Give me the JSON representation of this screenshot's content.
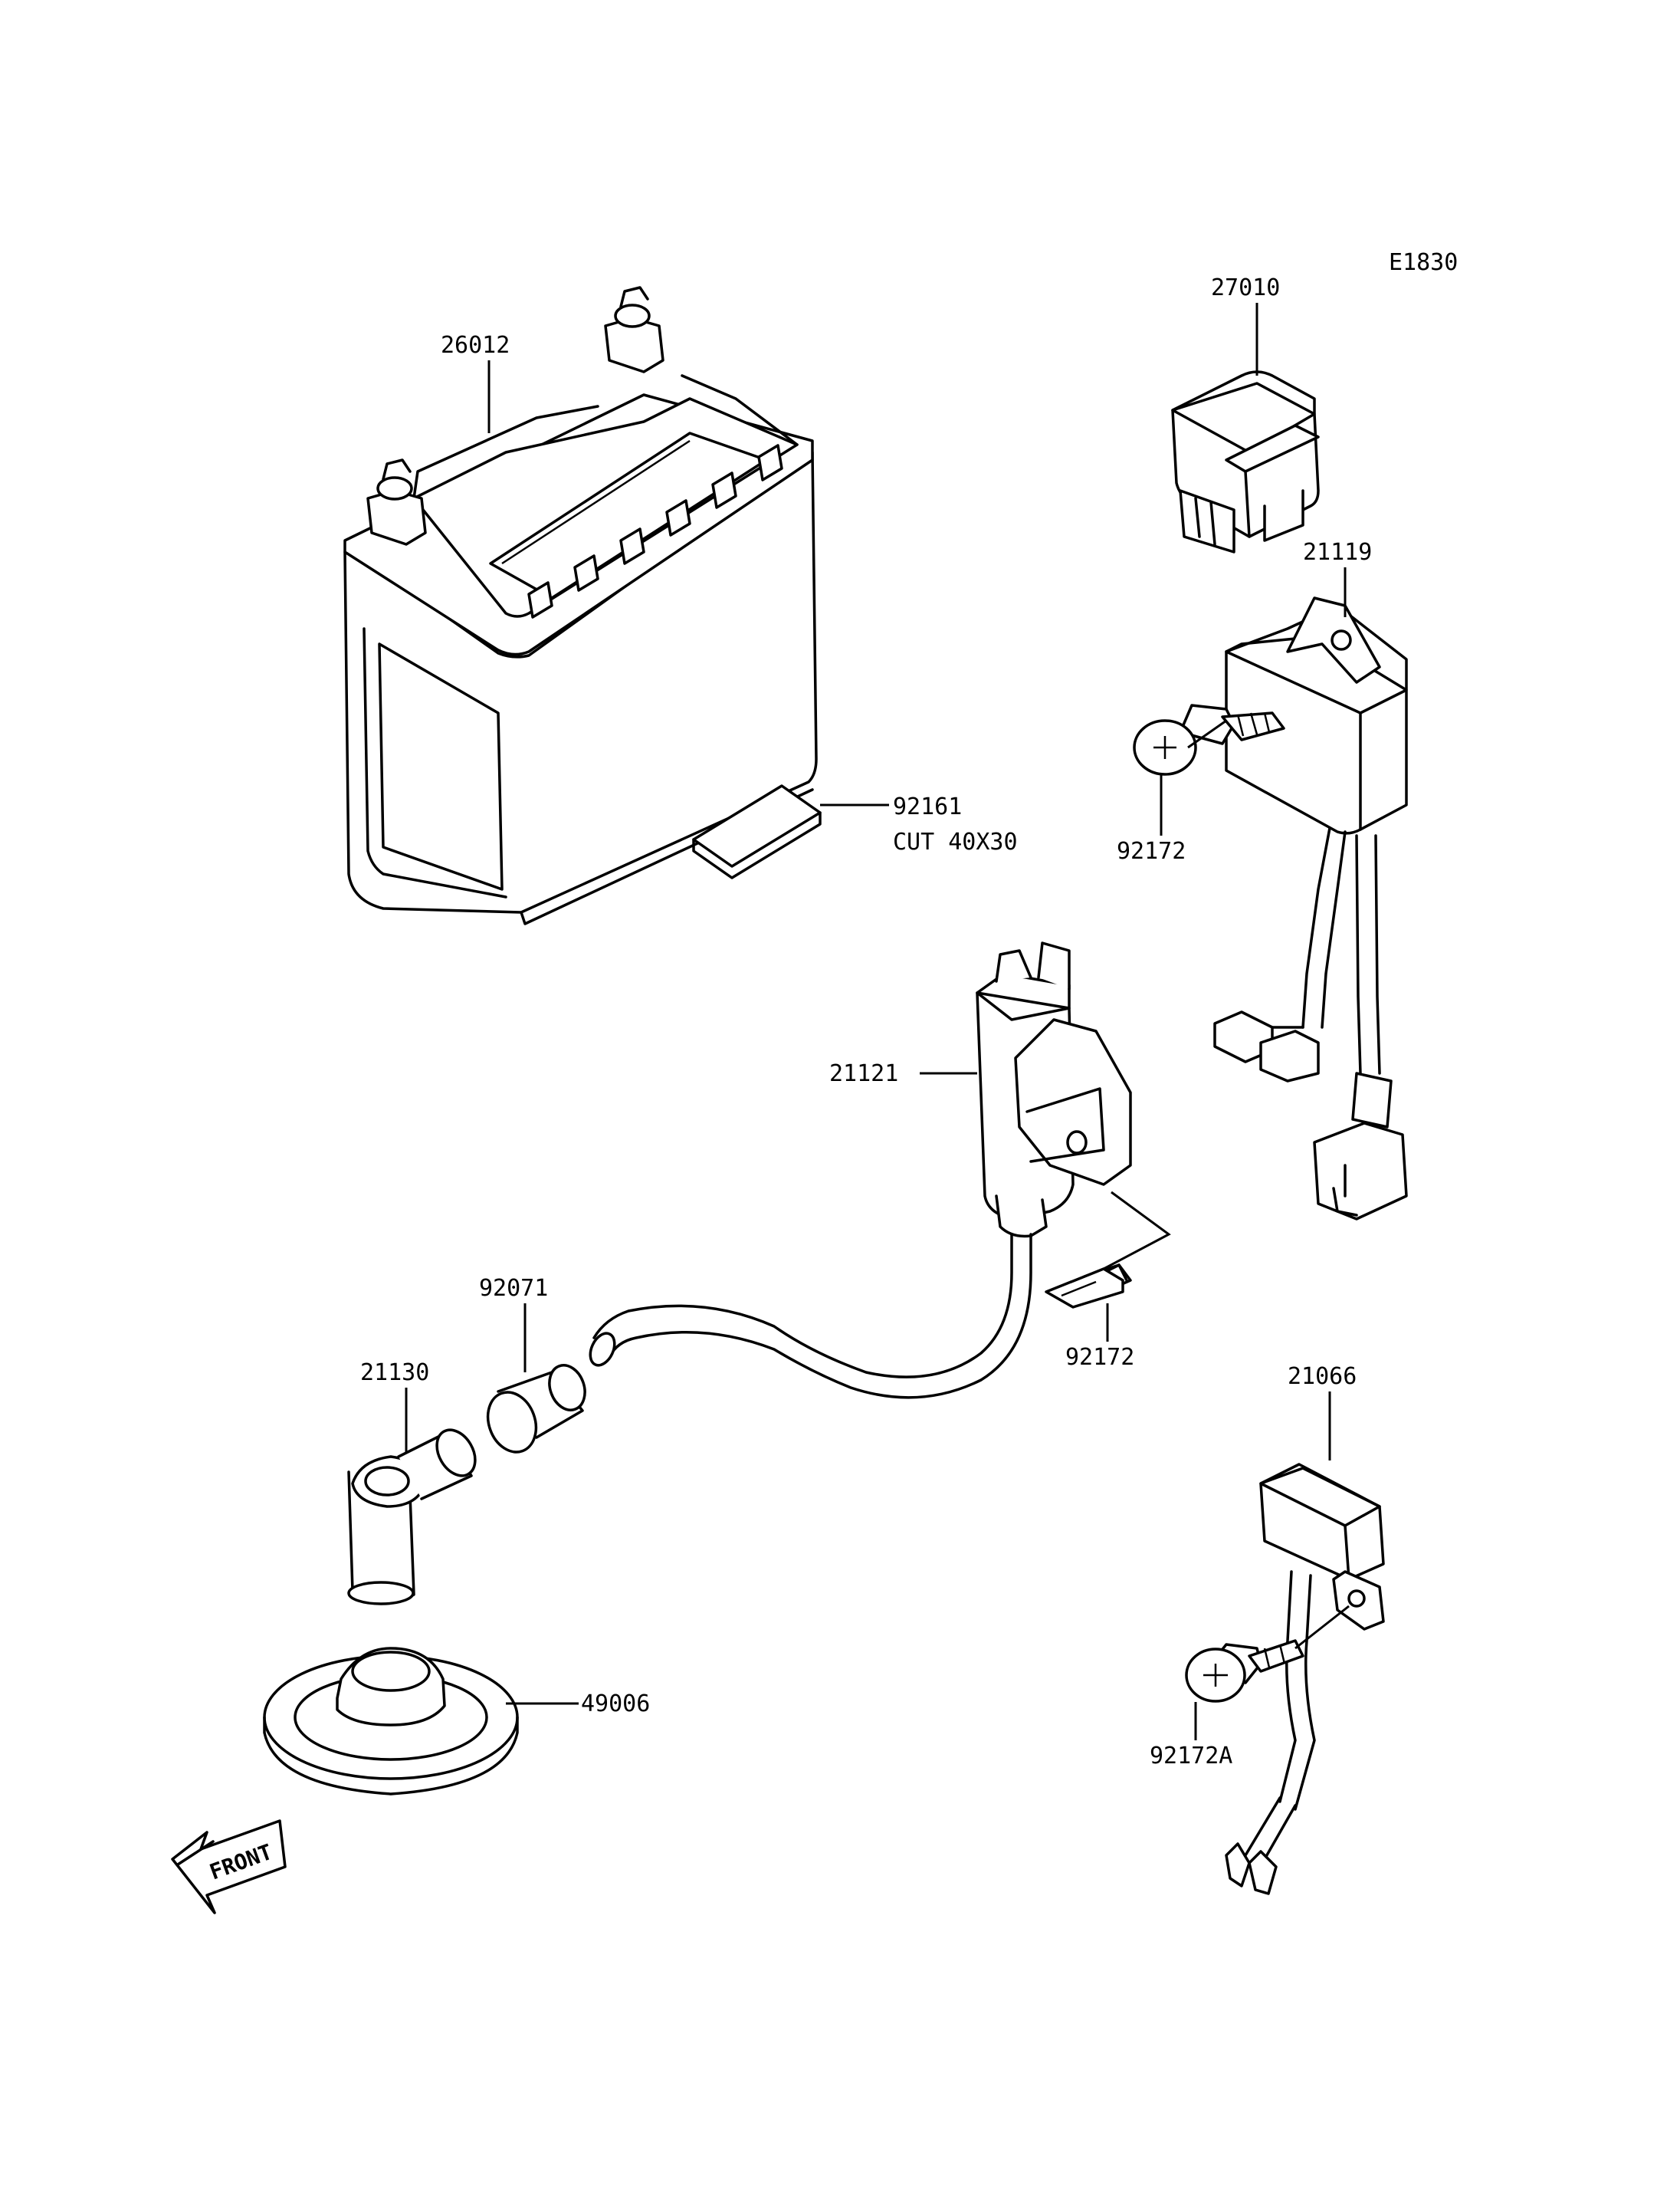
{
  "diagram_code": "E1830",
  "front_label": "FRONT",
  "parts": [
    {
      "id": "p26012",
      "number": "26012"
    },
    {
      "id": "p92161",
      "number": "92161",
      "note": "CUT 40X30"
    },
    {
      "id": "p27010",
      "number": "27010"
    },
    {
      "id": "p21119",
      "number": "21119"
    },
    {
      "id": "p92172_a",
      "number": "92172"
    },
    {
      "id": "p21121",
      "number": "21121"
    },
    {
      "id": "p92071",
      "number": "92071"
    },
    {
      "id": "p21130",
      "number": "21130"
    },
    {
      "id": "p92172_b",
      "number": "92172"
    },
    {
      "id": "p21066",
      "number": "21066"
    },
    {
      "id": "p49006",
      "number": "49006"
    },
    {
      "id": "p92172A",
      "number": "92172A"
    }
  ]
}
